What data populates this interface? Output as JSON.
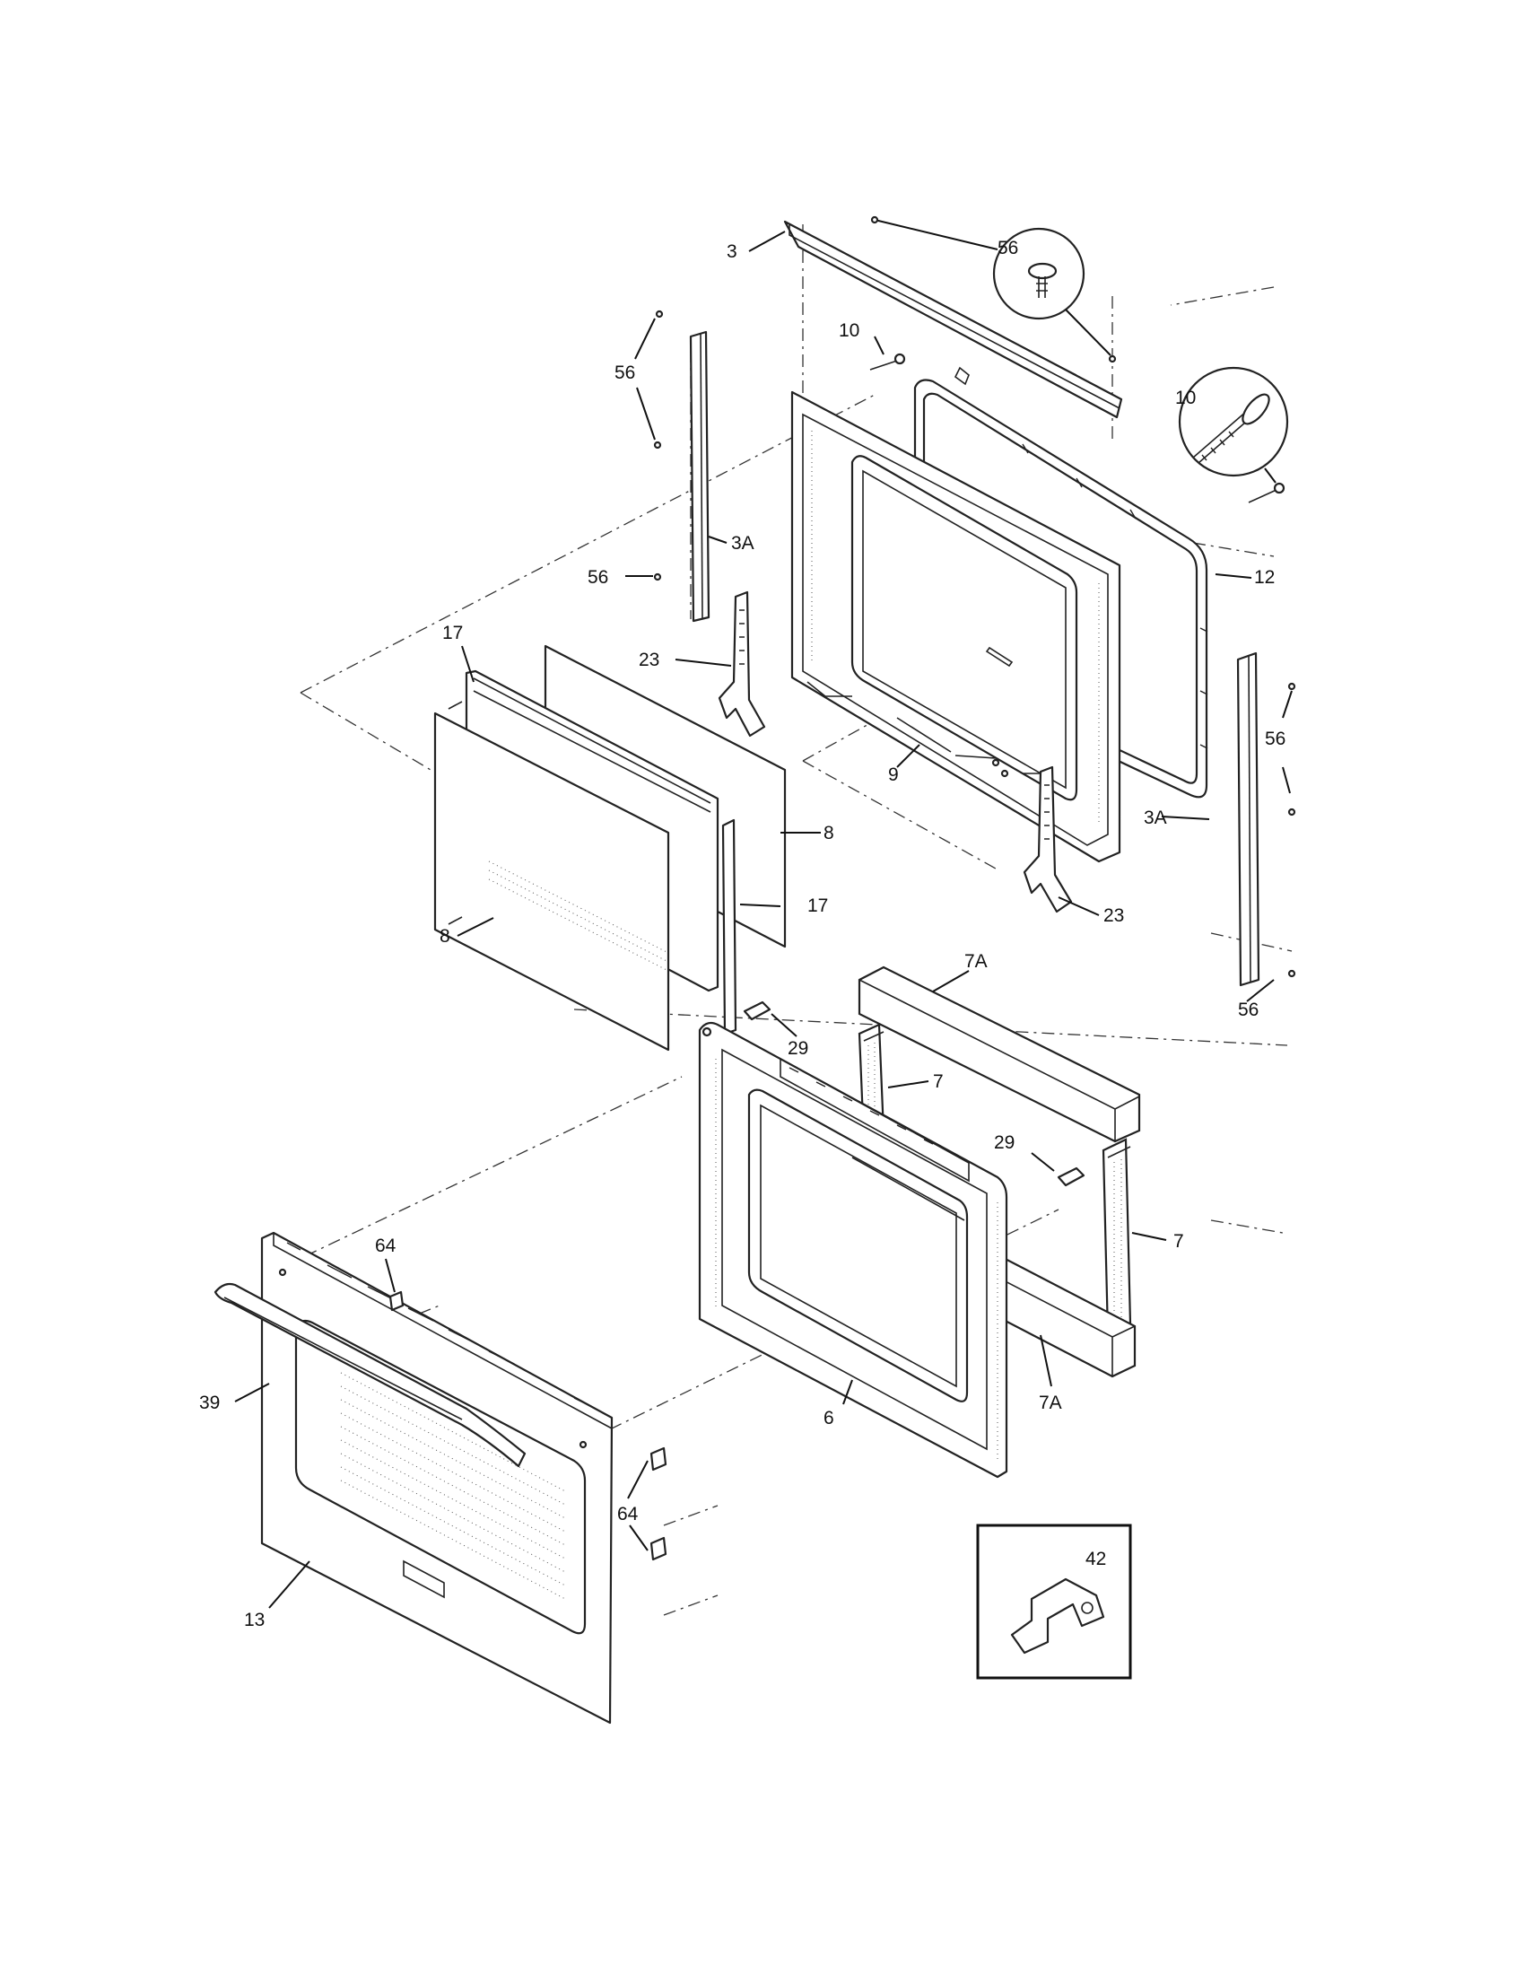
{
  "callouts": {
    "c3": "3",
    "c56_detail": "56",
    "c10_top": "10",
    "c56_left_top": "56",
    "c10_detail": "10",
    "c3a_left": "3A",
    "c56_left_mid": "56",
    "c12": "12",
    "c17_top": "17",
    "c23_left": "23",
    "c56_right": "56",
    "c9": "9",
    "c3a_right": "3A",
    "c8_right": "8",
    "c17_mid": "17",
    "c23_right": "23",
    "c8_left": "8",
    "c56_bottom": "56",
    "c7a_top": "7A",
    "c29_top": "29",
    "c7_top": "7",
    "c29_right": "29",
    "c7_right": "7",
    "c64_top": "64",
    "c39": "39",
    "c6": "6",
    "c7a_bottom": "7A",
    "c64_right": "64",
    "c42": "42",
    "c13": "13"
  }
}
